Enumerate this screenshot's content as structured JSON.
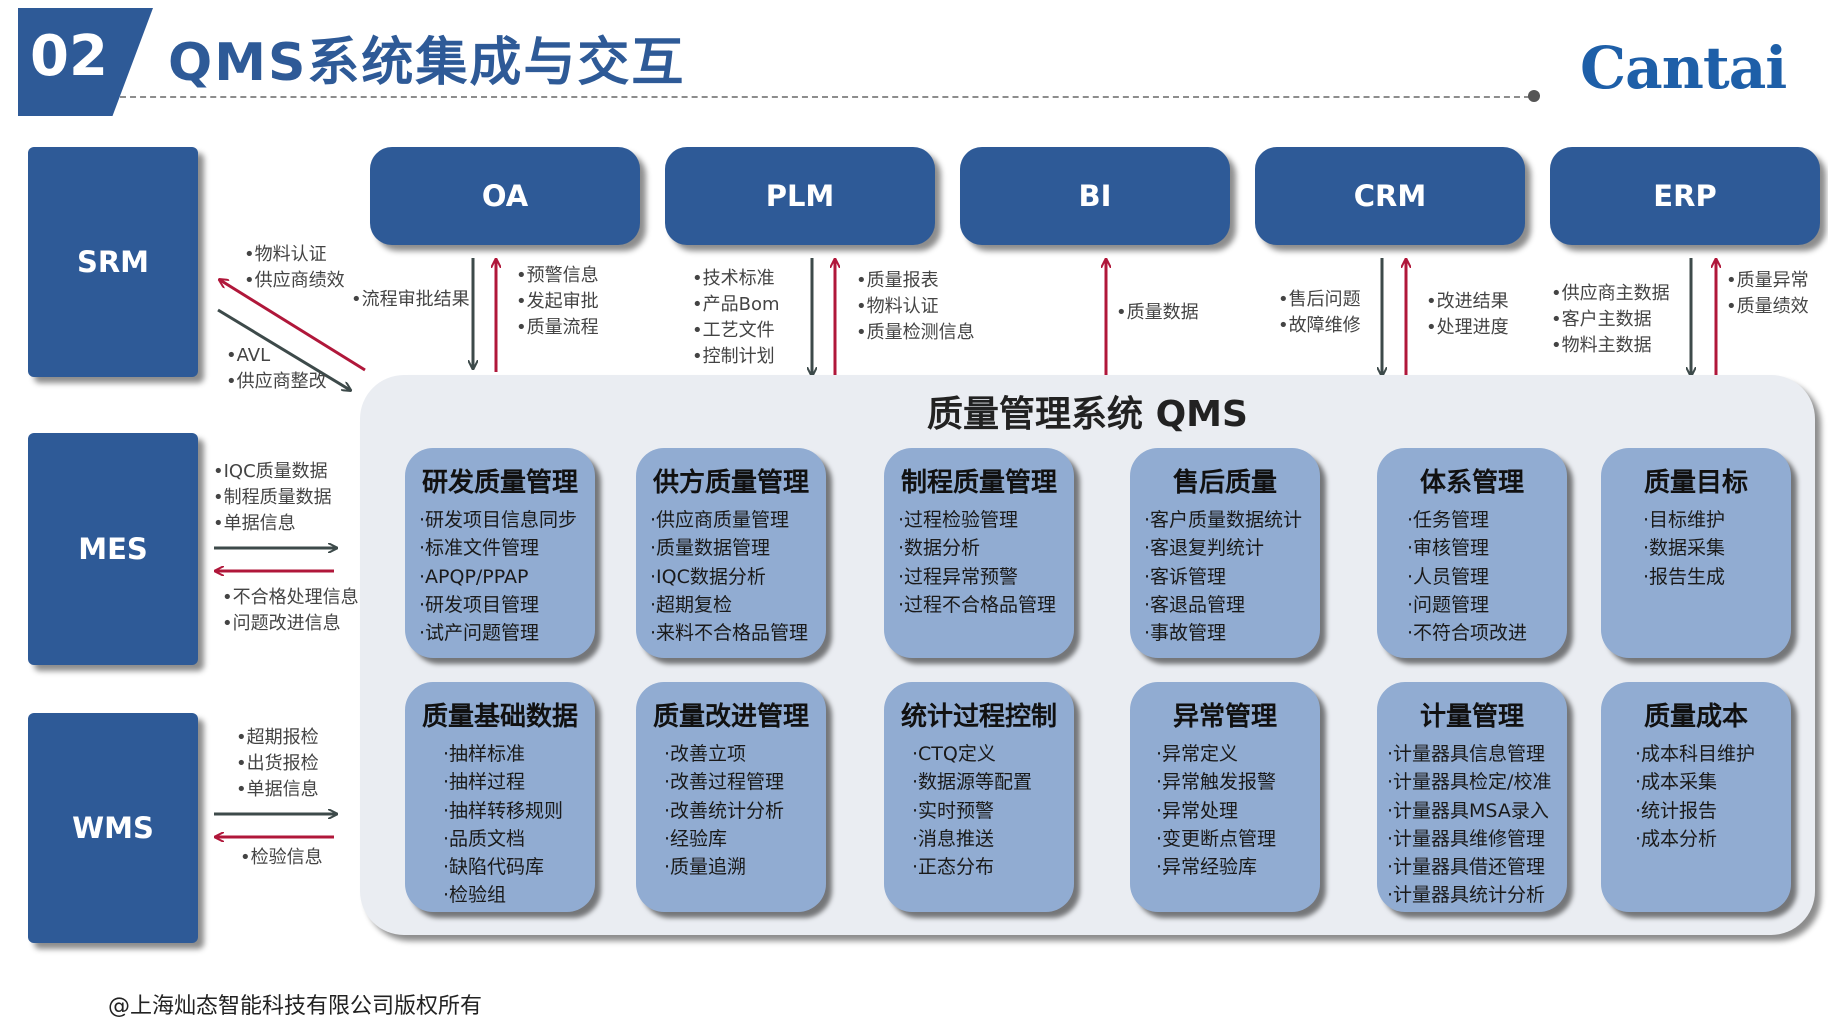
{
  "header": {
    "number": "02",
    "title": "QMS系统集成与交互",
    "logo": "Cantai"
  },
  "systems": {
    "srm": "SRM",
    "mes": "MES",
    "wms": "WMS",
    "oa": "OA",
    "plm": "PLM",
    "bi": "BI",
    "crm": "CRM",
    "erp": "ERP"
  },
  "labels": {
    "srm_out": [
      "•物料认证",
      "•供应商绩效"
    ],
    "srm_in": [
      "•AVL",
      "•供应商整改"
    ],
    "oa_down": [
      "•流程审批结果"
    ],
    "oa_up": [
      "•预警信息",
      "•发起审批",
      "•质量流程"
    ],
    "plm_down": [
      "•技术标准",
      "•产品Bom",
      "•工艺文件",
      "•控制计划"
    ],
    "plm_up": [
      "•质量报表",
      "•物料认证",
      "•质量检测信息"
    ],
    "bi_up": [
      "•质量数据"
    ],
    "crm_down": [
      "•售后问题",
      "•故障维修"
    ],
    "crm_up": [
      "•改进结果",
      "•处理进度"
    ],
    "erp_down": [
      "•供应商主数据",
      "•客户主数据",
      "•物料主数据"
    ],
    "erp_up": [
      "•质量异常",
      "•质量绩效"
    ],
    "mes_in": [
      "•IQC质量数据",
      "•制程质量数据",
      "•单据信息"
    ],
    "mes_out": [
      "•不合格处理信息",
      "•问题改进信息"
    ],
    "wms_in": [
      "•超期报检",
      "•出货报检",
      "•单据信息"
    ],
    "wms_out": [
      "•检验信息"
    ]
  },
  "qms": {
    "title": "质量管理系统 QMS",
    "modules": [
      {
        "title": "研发质量管理",
        "items": [
          "·研发项目信息同步",
          "·标准文件管理",
          "·APQP/PPAP",
          "·研发项目管理",
          "·试产问题管理"
        ]
      },
      {
        "title": "供方质量管理",
        "items": [
          "·供应商质量管理",
          "·质量数据管理",
          "·IQC数据分析",
          "·超期复检",
          "·来料不合格品管理"
        ]
      },
      {
        "title": "制程质量管理",
        "items": [
          "·过程检验管理",
          "·数据分析",
          "·过程异常预警",
          "·过程不合格品管理"
        ]
      },
      {
        "title": "售后质量",
        "items": [
          "·客户质量数据统计",
          "·客退复判统计",
          "·客诉管理",
          "·客退品管理",
          "·事故管理"
        ]
      },
      {
        "title": "体系管理",
        "items": [
          "·任务管理",
          "·审核管理",
          "·人员管理",
          "·问题管理",
          "·不符合项改进"
        ]
      },
      {
        "title": "质量目标",
        "items": [
          "·目标维护",
          "·数据采集",
          "·报告生成"
        ]
      },
      {
        "title": "质量基础数据",
        "items": [
          "·抽样标准",
          "·抽样过程",
          "·抽样转移规则",
          "·品质文档",
          "·缺陷代码库",
          "·检验组"
        ]
      },
      {
        "title": "质量改进管理",
        "items": [
          "·改善立项",
          "·改善过程管理",
          "·改善统计分析",
          "·经验库",
          "·质量追溯"
        ]
      },
      {
        "title": "统计过程控制",
        "items": [
          "·CTQ定义",
          "·数据源等配置",
          "·实时预警",
          "·消息推送",
          "·正态分布"
        ]
      },
      {
        "title": "异常管理",
        "items": [
          "·异常定义",
          "·异常触发报警",
          "·异常处理",
          "·变更断点管理",
          "·异常经验库"
        ]
      },
      {
        "title": "计量管理",
        "items": [
          "·计量器具信息管理",
          "·计量器具检定/校准",
          "·计量器具MSA录入",
          "·计量器具维修管理",
          "·计量器具借还管理",
          "·计量器具统计分析"
        ]
      },
      {
        "title": "质量成本",
        "items": [
          "·成本科目维护",
          "·成本采集",
          "·统计报告",
          "·成本分析"
        ]
      }
    ]
  },
  "footer": "@上海灿态智能科技有限公司版权所有",
  "colors": {
    "primary": "#2e5a97",
    "module": "#91acd2",
    "container": "#eaedf2",
    "arrow_red": "#b0173a",
    "arrow_dark": "#3d4a4a"
  }
}
